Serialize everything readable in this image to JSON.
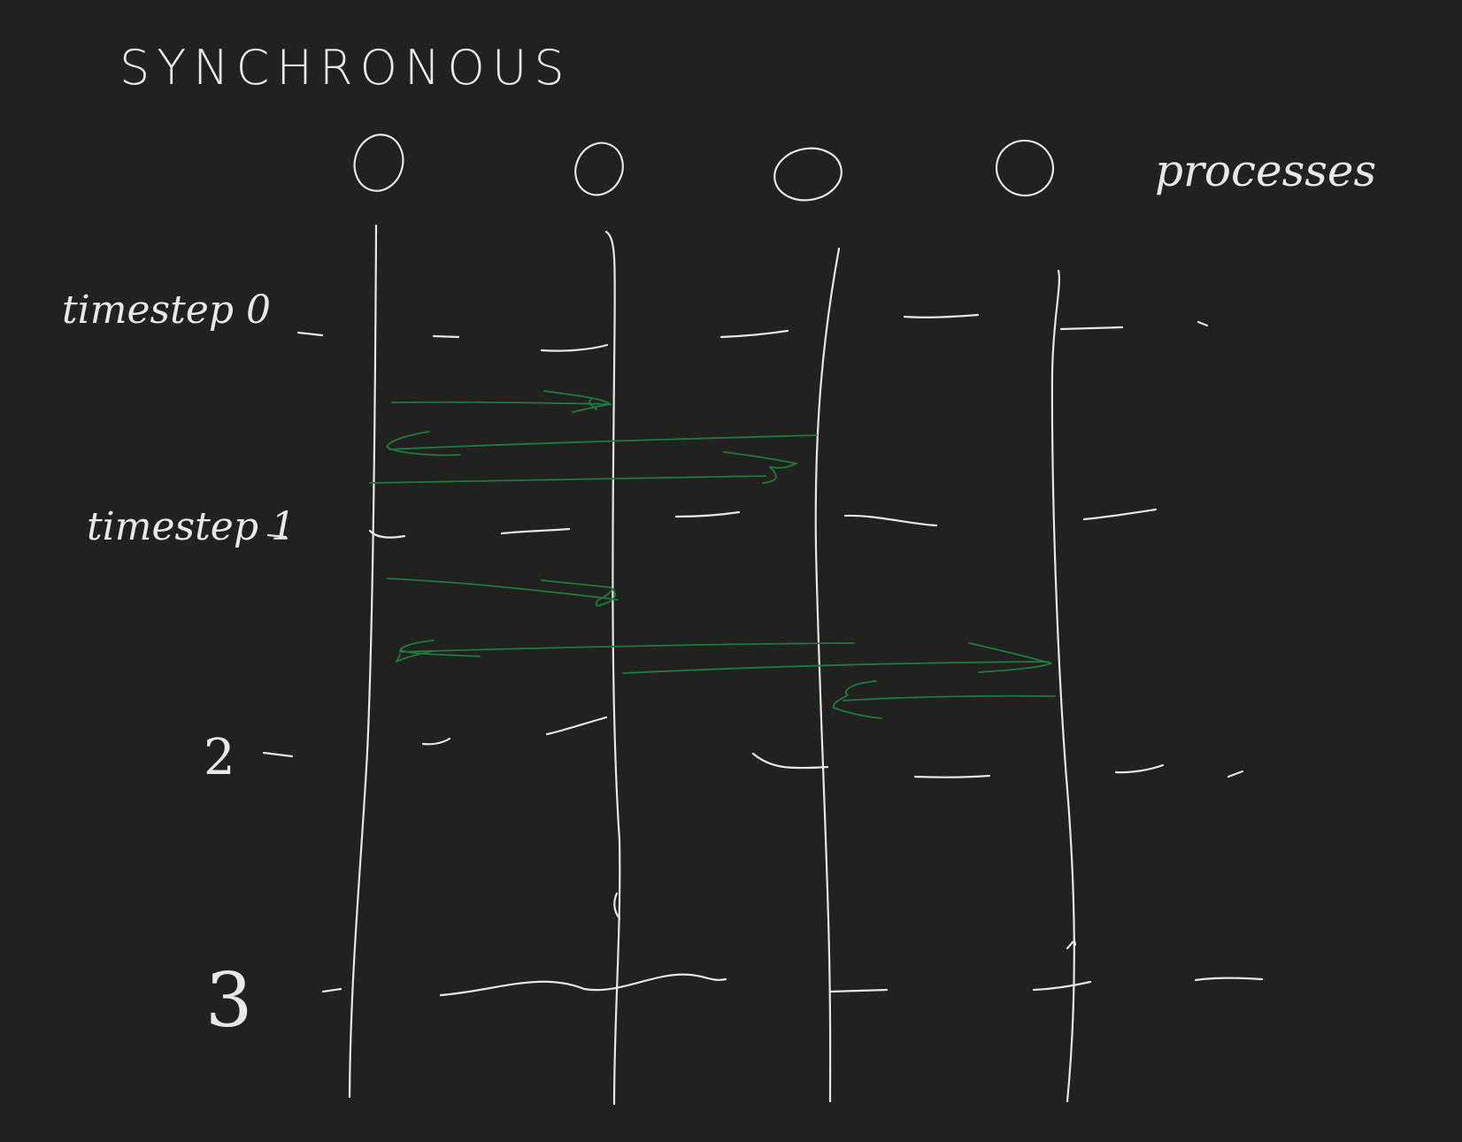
{
  "title": "SYNCHRONOUS",
  "processes_label": "processes",
  "timesteps": [
    {
      "label": "timestep 0"
    },
    {
      "label": "timestep 1"
    },
    {
      "label": "2"
    },
    {
      "label": "3"
    }
  ],
  "process_count": 4,
  "colors": {
    "background": "#212120",
    "chalk": "#e6e6e6",
    "message": "#1f7a3e"
  }
}
